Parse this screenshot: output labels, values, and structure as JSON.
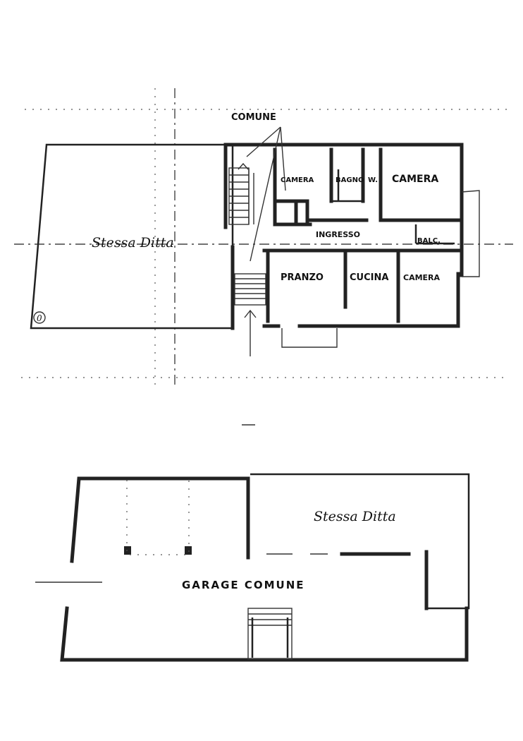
{
  "upper_floor": {
    "owner_label": "Stessa Ditta",
    "common_label": "COMUNE",
    "rooms": {
      "camera_small": "CAMERA",
      "bagno1": "BAGNO",
      "bagno2": "W.",
      "camera_large": "CAMERA",
      "ingresso": "INGRESSO",
      "pranzo": "PRANZO",
      "cucina": "CUCINA",
      "camera_right": "CAMERA",
      "balcone": "BALC."
    },
    "mark": "0"
  },
  "lower_floor": {
    "owner_label": "Stessa Ditta",
    "garage_label": "GARAGE  COMUNE"
  },
  "colors": {
    "ink": "#222222",
    "paper": "#ffffff"
  }
}
